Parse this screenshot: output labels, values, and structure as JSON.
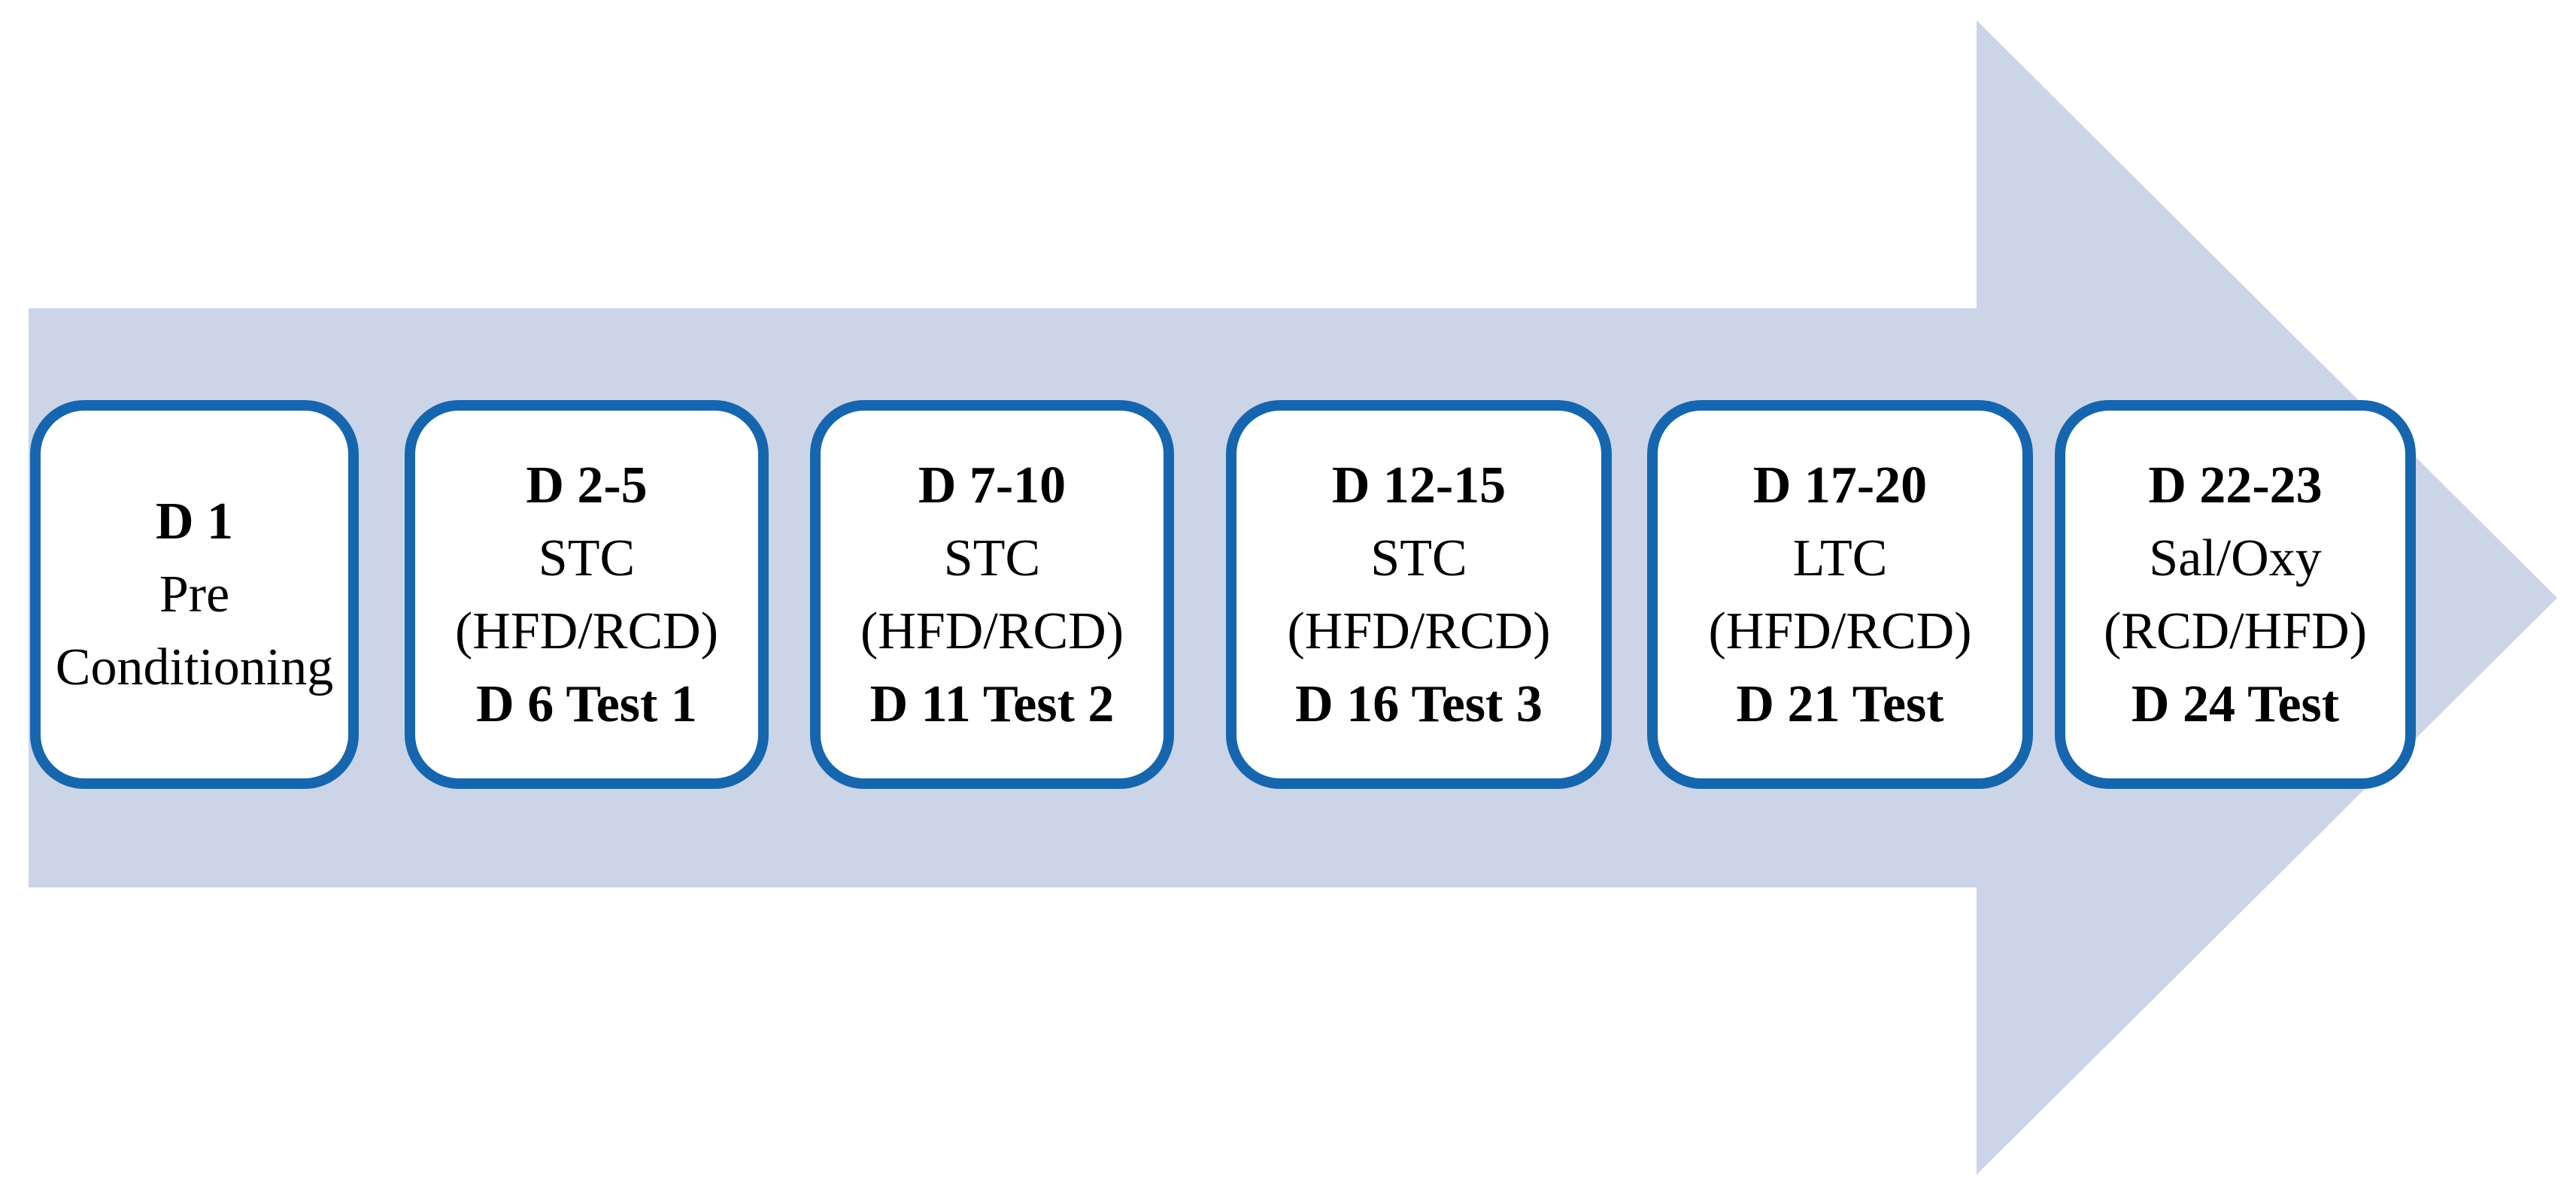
{
  "diagram": {
    "kind": "timeline-arrow",
    "direction": "right",
    "colors": {
      "arrow_fill": "#ccd4e8",
      "box_border": "#1566ae",
      "box_fill": "#ffffff",
      "text": "#000000",
      "background": "#ffffff"
    },
    "stages": [
      {
        "lines": [
          {
            "text": "D 1",
            "bold": true
          },
          {
            "text": "Pre",
            "bold": false
          },
          {
            "text": "Conditioning",
            "bold": false
          }
        ]
      },
      {
        "lines": [
          {
            "text": "D 2-5",
            "bold": true
          },
          {
            "text": "STC",
            "bold": false
          },
          {
            "text": "(HFD/RCD)",
            "bold": false
          },
          {
            "text": "D 6 Test 1",
            "bold": true
          }
        ]
      },
      {
        "lines": [
          {
            "text": "D 7-10",
            "bold": true
          },
          {
            "text": "STC",
            "bold": false
          },
          {
            "text": "(HFD/RCD)",
            "bold": false
          },
          {
            "text": "D 11 Test 2",
            "bold": true
          }
        ]
      },
      {
        "lines": [
          {
            "text": "D 12-15",
            "bold": true
          },
          {
            "text": "STC",
            "bold": false
          },
          {
            "text": "(HFD/RCD)",
            "bold": false
          },
          {
            "text": "D 16 Test 3",
            "bold": true
          }
        ]
      },
      {
        "lines": [
          {
            "text": "D 17-20",
            "bold": true
          },
          {
            "text": "LTC",
            "bold": false
          },
          {
            "text": "(HFD/RCD)",
            "bold": false
          },
          {
            "text": "D 21 Test",
            "bold": true
          }
        ]
      },
      {
        "lines": [
          {
            "text": "D 22-23",
            "bold": true
          },
          {
            "text": "Sal/Oxy",
            "bold": false
          },
          {
            "text": "(RCD/HFD)",
            "bold": false
          },
          {
            "text": "D 24 Test",
            "bold": true
          }
        ]
      }
    ]
  }
}
